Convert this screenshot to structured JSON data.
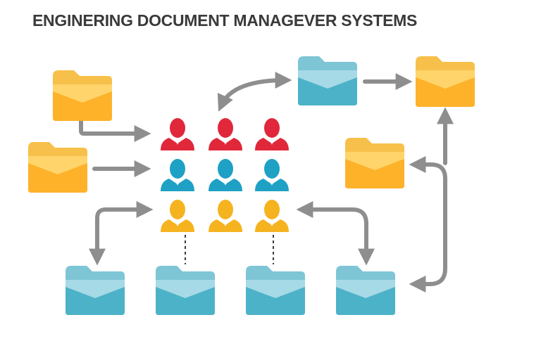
{
  "title": "ENGINERING DOCUMENT MANAGEVER SYSTEMS",
  "colors": {
    "arrow": "#8e8e8e",
    "dashed_line": "#3a3a3a",
    "folder_yellow_back": "#f7c04a",
    "folder_yellow_front": "#fdb22a",
    "folder_yellow_flap": "#ffd46a",
    "folder_blue_back": "#7ec5d6",
    "folder_blue_front": "#4cb2c8",
    "folder_blue_flap": "#a6dae6",
    "person_red": "#e0283a",
    "person_blue": "#1ea1c4",
    "person_yellow": "#f6b320"
  },
  "icons": {
    "folder": "folder-icon",
    "person": "person-icon",
    "arrow": "arrow-icon"
  },
  "people_rows": [
    "red",
    "blue",
    "yellow"
  ]
}
